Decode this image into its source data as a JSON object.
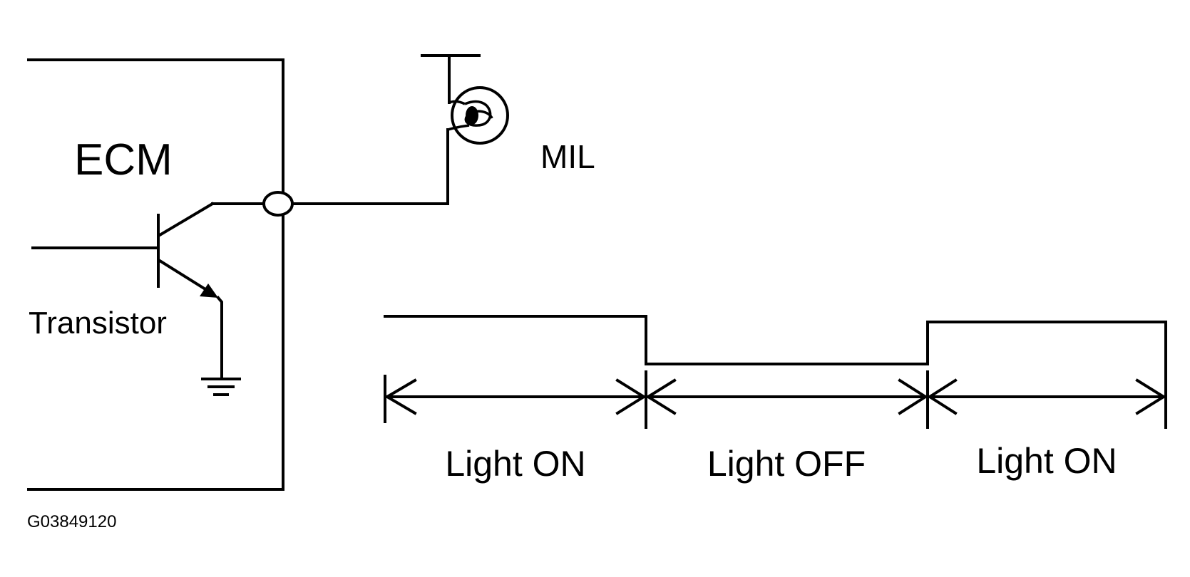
{
  "labels": {
    "ecm": "ECM",
    "mil": "MIL",
    "transistor": "Transistor",
    "figure_id": "G03849120"
  },
  "timing": {
    "segments": [
      {
        "label": "Light ON",
        "state": "on"
      },
      {
        "label": "Light OFF",
        "state": "off"
      },
      {
        "label": "Light ON",
        "state": "on"
      }
    ]
  },
  "colors": {
    "line": "#000000",
    "background": "#ffffff"
  }
}
